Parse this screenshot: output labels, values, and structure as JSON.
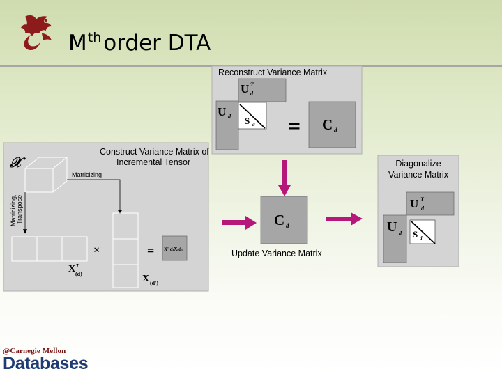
{
  "slide": {
    "title_main": "M",
    "title_sup": "th",
    "title_rest": "order DTA"
  },
  "footer": {
    "org": "@Carnegie Mellon",
    "group": "Databases"
  },
  "diagram": {
    "left_panel": {
      "caption_line1": "Construct Variance Matrix of",
      "caption_line2": "Incremental Tensor",
      "tensor_symbol": "𝒳",
      "arrow_label": "Matricizing",
      "vertical_label_1": "Matricizing,",
      "vertical_label_2": "Transpose",
      "times_symbol": "×",
      "equals_symbol": "=",
      "result_label": "X'₍d₎X₍d₎",
      "xt_label": "X",
      "xt_sup": "T",
      "xt_sub": "(d)",
      "x_label": "X",
      "x_sub": "(d')"
    },
    "top_panel": {
      "caption": "Reconstruct Variance Matrix",
      "u_label": "U",
      "u_sub": "d",
      "ut_label": "U",
      "ut_sup": "T",
      "ut_sub": "d",
      "s_label": "S",
      "s_sub": "d",
      "equals_symbol": "=",
      "c_label": "C",
      "c_sub": "d"
    },
    "middle": {
      "c_label": "C",
      "c_sub": "d",
      "caption": "Update Variance Matrix"
    },
    "right_panel": {
      "caption_line1": "Diagonalize",
      "caption_line2": "Variance Matrix",
      "u_label": "U",
      "u_sub": "d",
      "ut_label": "U",
      "ut_sup": "T",
      "ut_sub": "d",
      "s_label": "S",
      "s_sub": "d"
    },
    "colors": {
      "panel_bg": "#d4d4d4",
      "block_gray": "#a6a6a6",
      "arrow_magenta": "#b5177a"
    }
  }
}
